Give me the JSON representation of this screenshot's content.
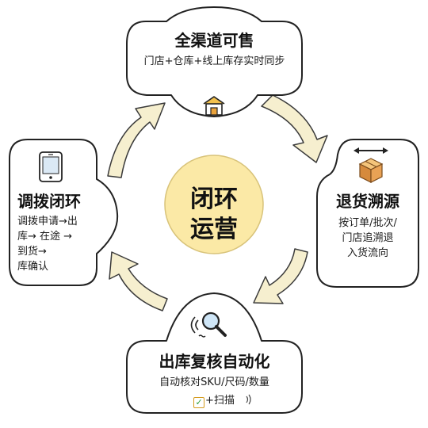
{
  "center": {
    "line1": "闭环",
    "line2": "运营"
  },
  "nodes": {
    "top": {
      "title": "全渠道可售",
      "desc": "门店+仓库+线上库存实时同步",
      "icon": "warehouse-icon"
    },
    "right": {
      "title": "退货溯源",
      "desc_lines": [
        "按订单/批次/",
        "门店追溯退",
        "入货流向"
      ],
      "icon": "package-box-icon"
    },
    "bottom": {
      "title": "出库复核自动化",
      "desc": "自动核对SKU/尺码/数量",
      "scan_text": "+扫描",
      "icon": "magnifier-scan-icon"
    },
    "left": {
      "title": "调拨闭环",
      "desc_lines": [
        "调拨申请→出",
        "库→ 在途 →",
        "到货→",
        "库确认"
      ],
      "icon": "tablet-icon"
    }
  },
  "colors": {
    "cloud_stroke": "#222222",
    "arrow_fill": "#f6efcf",
    "arrow_stroke": "#3a3a3a",
    "center_fill": "#fbe9a6",
    "accent": "#d49a1c"
  }
}
